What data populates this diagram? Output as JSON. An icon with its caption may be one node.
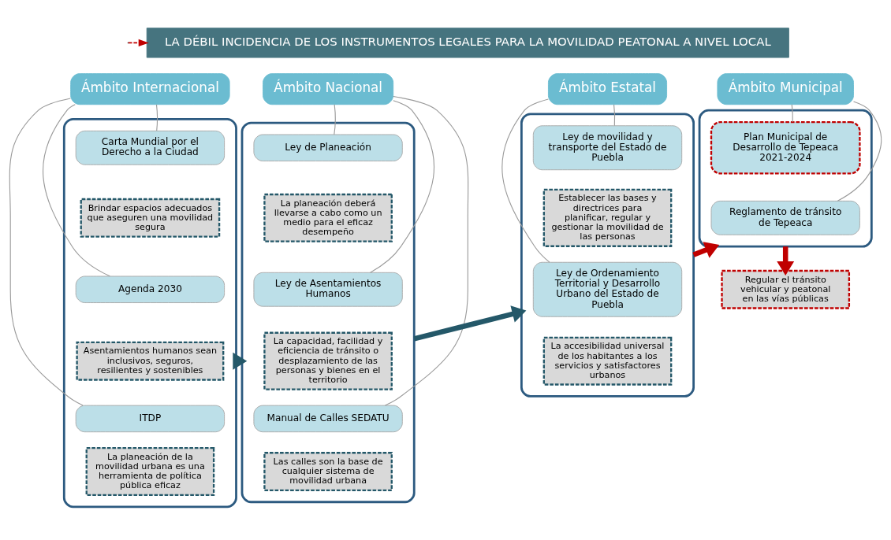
{
  "diagram": {
    "nodes": [
      {
        "text": [
          "LA DÉBIL INCIDENCIA DE LOS INSTRUMENTOS LEGALES PARA LA MOVILIDAD PEATONAL A NIVEL LOCAL"
        ]
      },
      {
        "text": [
          "Ámbito Internacional"
        ]
      },
      {
        "text": [],
        "shape": "box"
      },
      {
        "text": [
          "Carta Mundial por el Derecho a la Ciudad"
        ],
        "in": 2
      },
      {
        "text": [
          "Brindar espacios adecuados que aseguren una movilidad segura"
        ],
        "in": 2
      },
      {
        "text": [
          "Agenda 2030"
        ],
        "in": 2
      },
      {
        "text": [
          "Asentamientos humanos sean inclusivos, seguros, resilientes y sostenibles"
        ],
        "in": 2
      },
      {
        "text": [
          "ITDP"
        ],
        "in": 2
      },
      {
        "text": [
          "La planeación de la movilidad urbana es una herramienta de política pública eficaz"
        ],
        "in": 2
      },
      {
        "text": [
          "Ámbito Nacional"
        ]
      },
      {
        "text": [],
        "shape": "box"
      },
      {
        "text": [
          "Ley de Planeación"
        ],
        "in": 10
      },
      {
        "text": [
          "La planeación deberá llevarse a cabo como un medio para el eficaz desempeño"
        ],
        "in": 10
      },
      {
        "text": [
          "Ley de Asentamientos Humanos"
        ],
        "in": 10
      },
      {
        "text": [
          "La capacidad, facilidad y eficiencia de tránsito o desplazamiento de las personas y bienes en el territorio"
        ],
        "in": 10
      },
      {
        "text": [
          "Manual de Calles SEDATU"
        ],
        "in": 10
      },
      {
        "text": [
          "Las calles son la base de cualquier sistema de movilidad urbana"
        ],
        "in": 10
      },
      {
        "text": [
          "Ámbito Estatal"
        ]
      },
      {
        "text": [],
        "shape": "box"
      },
      {
        "text": [
          "Ley de movilidad y transporte del Estado de Puebla"
        ],
        "in": 18
      },
      {
        "text": [
          "Establecer las bases y directrices para planificar, regular y gestionar la movilidad de las personas"
        ],
        "in": 18
      },
      {
        "text": [
          "Ley de Ordenamiento Territorial y Desarrollo Urbano del Estado de Puebla"
        ],
        "in": 18
      },
      {
        "text": [
          "La accesibilidad universal de los habitantes a los servicios y satisfactores urbanos"
        ],
        "in": 18
      },
      {
        "text": [
          "Ámbito Municipal"
        ]
      },
      {
        "text": [],
        "shape": "box"
      },
      {
        "text": [
          "Plan Municipal de Desarrollo de Tepeaca",
          "2021-2024"
        ],
        "in": 24
      },
      {
        "text": [
          "Reglamento de tránsito de Tepeaca"
        ],
        "in": 24
      },
      {
        "text": [
          "Regular el tránsito vehicular y peatonal en las vías públicas"
        ]
      }
    ],
    "edges": [
      {
        "from": 1,
        "to": 3,
        "arrow": "none"
      },
      {
        "from": 1,
        "to": 5,
        "arrow": "none"
      },
      {
        "from": 1,
        "to": 7,
        "arrow": "none"
      },
      {
        "from": 9,
        "to": 11,
        "arrow": "none"
      },
      {
        "from": 9,
        "to": 13,
        "arrow": "none"
      },
      {
        "from": 9,
        "to": 15,
        "arrow": "none"
      },
      {
        "from": 17,
        "to": 19,
        "arrow": "none"
      },
      {
        "from": 17,
        "to": 21,
        "arrow": "none"
      },
      {
        "from": 23,
        "to": 25,
        "arrow": "none"
      },
      {
        "from": 23,
        "to": 26,
        "arrow": "none"
      },
      {
        "from": 2,
        "to": 10,
        "arrow": "to",
        "style": "thick",
        "color": "#245869"
      },
      {
        "from": 10,
        "to": 18,
        "arrow": "to",
        "style": "thick",
        "color": "#245869"
      },
      {
        "from": 18,
        "to": 24,
        "arrow": "to",
        "style": "thick",
        "color": "#c00000"
      },
      {
        "from": 24,
        "to": 27,
        "arrow": "to",
        "style": "thick",
        "color": "#c00000"
      },
      {
        "from": null,
        "to": 0,
        "arrow": "to",
        "style": "dashed",
        "color": "#c00000"
      }
    ]
  }
}
